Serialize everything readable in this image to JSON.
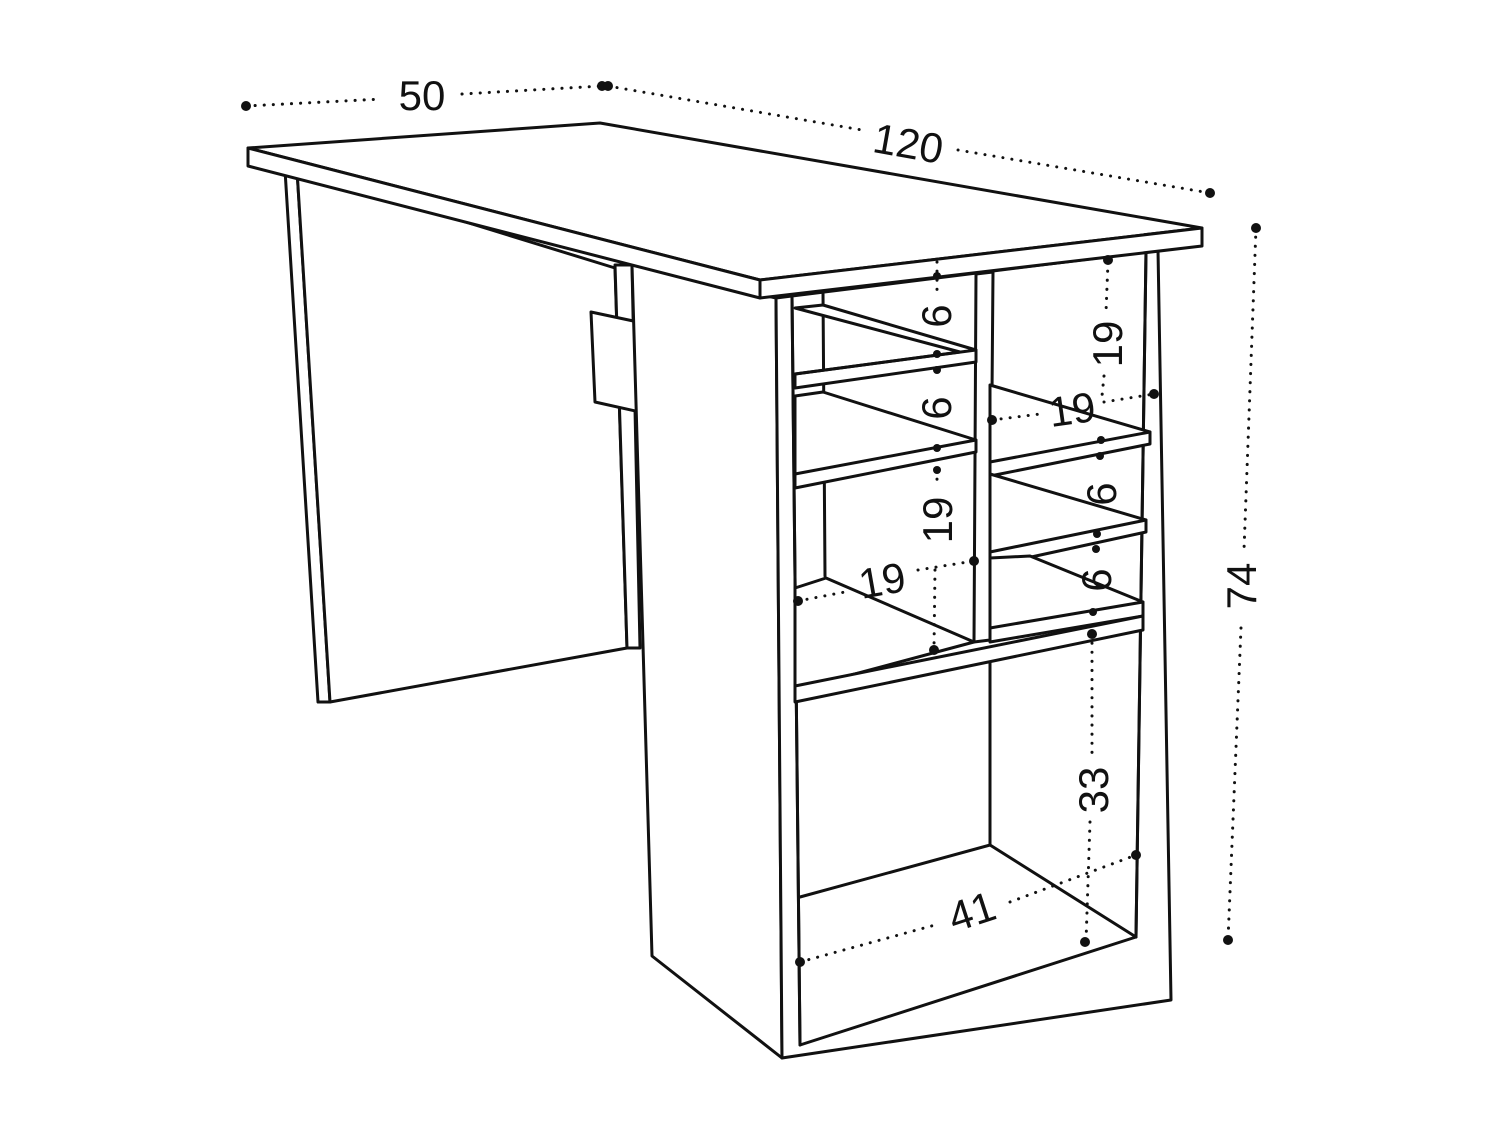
{
  "dimensions": {
    "depth": "50",
    "width": "120",
    "height": "74",
    "top_left_cubby_height": "6",
    "second_left_cubby_height": "6",
    "left_large_cubby_height": "19",
    "left_large_cubby_width": "19",
    "right_top_cubby_height": "19",
    "right_top_cubby_width": "19",
    "right_small_cubby_1_height": "6",
    "right_small_cubby_2_height": "6",
    "bottom_compartment_height": "33",
    "bottom_compartment_width": "41"
  }
}
